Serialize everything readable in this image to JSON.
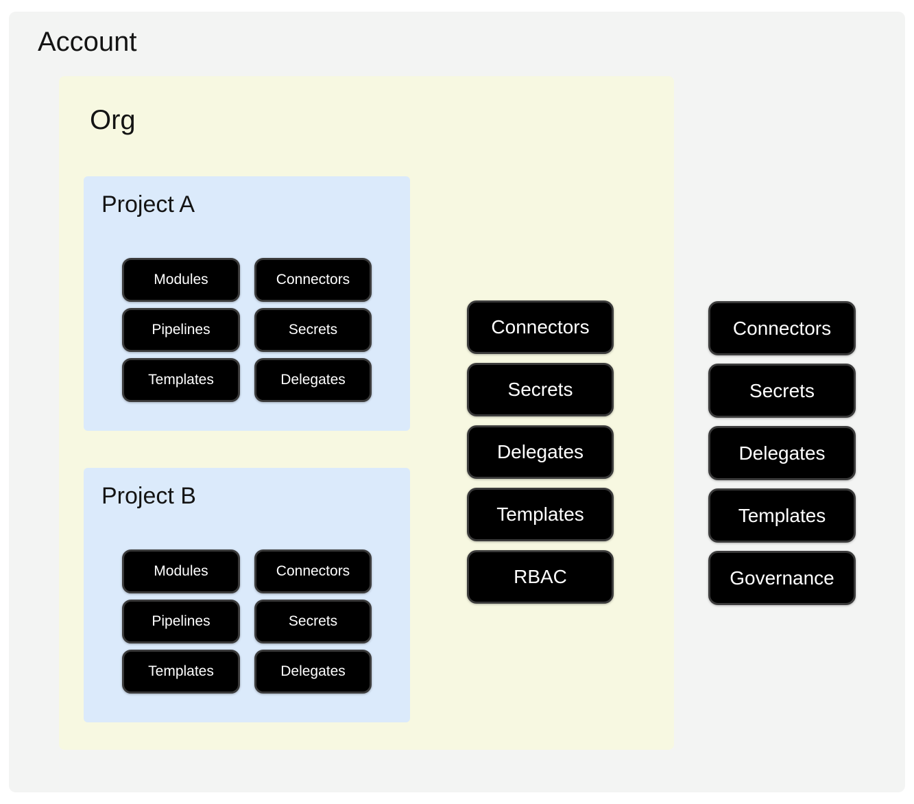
{
  "colors": {
    "page_bg": "#ffffff",
    "account_bg": "#f3f4f3",
    "org_bg": "#f7f8e1",
    "project_bg": "#dbeafb",
    "node_bg": "#000000",
    "node_border": "#3a3a3a",
    "node_text": "#ffffff",
    "title_text": "#141414"
  },
  "account": {
    "title": "Account",
    "resources": [
      "Connectors",
      "Secrets",
      "Delegates",
      "Templates",
      "Governance"
    ],
    "org": {
      "title": "Org",
      "resources": [
        "Connectors",
        "Secrets",
        "Delegates",
        "Templates",
        "RBAC"
      ],
      "projects": [
        {
          "title": "Project A",
          "resources": [
            "Modules",
            "Connectors",
            "Pipelines",
            "Secrets",
            "Templates",
            "Delegates"
          ]
        },
        {
          "title": "Project B",
          "resources": [
            "Modules",
            "Connectors",
            "Pipelines",
            "Secrets",
            "Templates",
            "Delegates"
          ]
        }
      ]
    }
  }
}
